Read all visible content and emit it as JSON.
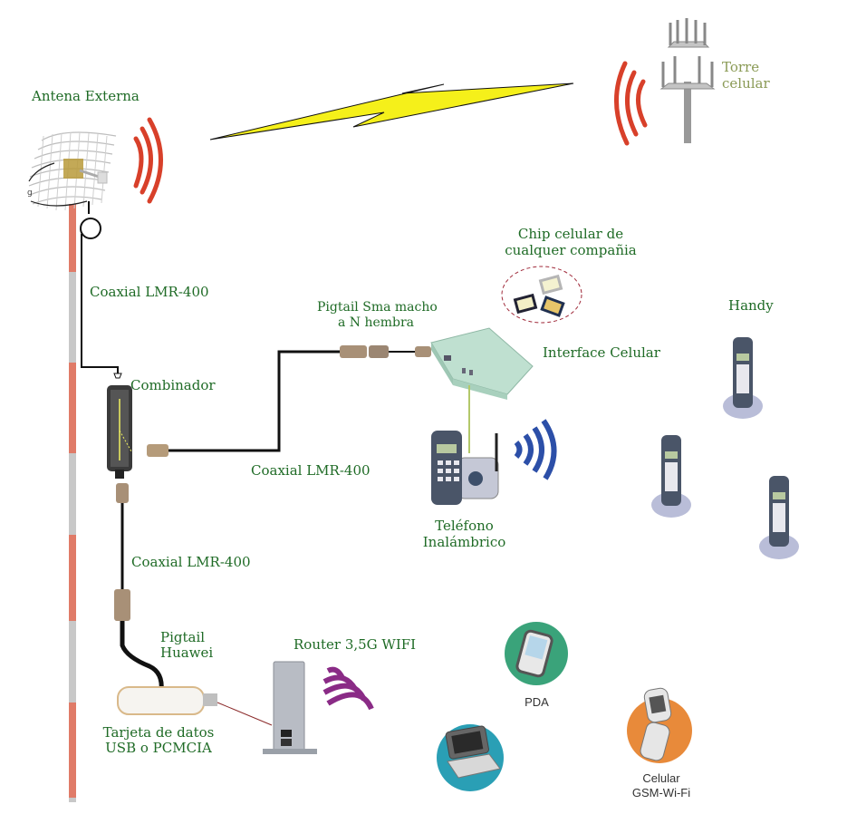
{
  "title": "Diagrama de instalación celular con antena externa",
  "labels": {
    "external_antenna": "Antena Externa",
    "tower_line1": "Torre",
    "tower_line2": "celular",
    "coax_top": "Coaxial LMR-400",
    "combiner": "Combinador",
    "coax_middle": "Coaxial LMR-400",
    "coax_bottom": "Coaxial LMR-400",
    "pigtail_sma_line1": "Pigtail Sma macho",
    "pigtail_sma_line2": "a N hembra",
    "chip_line1": "Chip celular de",
    "chip_line2": "cualquer compañia",
    "cell_interface": "Interface Celular",
    "handy": "Handy",
    "cordless_line1": "Teléfono",
    "cordless_line2": "Inalámbrico",
    "pigtail_huawei_line1": "Pigtail",
    "pigtail_huawei_line2": "Huawei",
    "router": "Router 3,5G WIFI",
    "data_card_line1": "Tarjeta de datos",
    "data_card_line2": "USB o PCMCIA",
    "pda": "PDA",
    "cell_wifi_line1": "Celular",
    "cell_wifi_line2": "GSM-Wi-Fi"
  },
  "colors": {
    "label_green": "#1f6b26",
    "tower_label": "#8a9a55",
    "signal_red": "#d8402a",
    "signal_blue": "#2c4fa8",
    "signal_purple": "#8a2b86",
    "lightning_yellow": "#f5f01a",
    "pole_red": "#e07b68",
    "pole_gray": "#c8c8c8",
    "cable_black": "#111111",
    "pda_circle": "#3aa37a",
    "laptop_circle": "#2a9fb5",
    "phone_circle": "#e88a3a"
  }
}
